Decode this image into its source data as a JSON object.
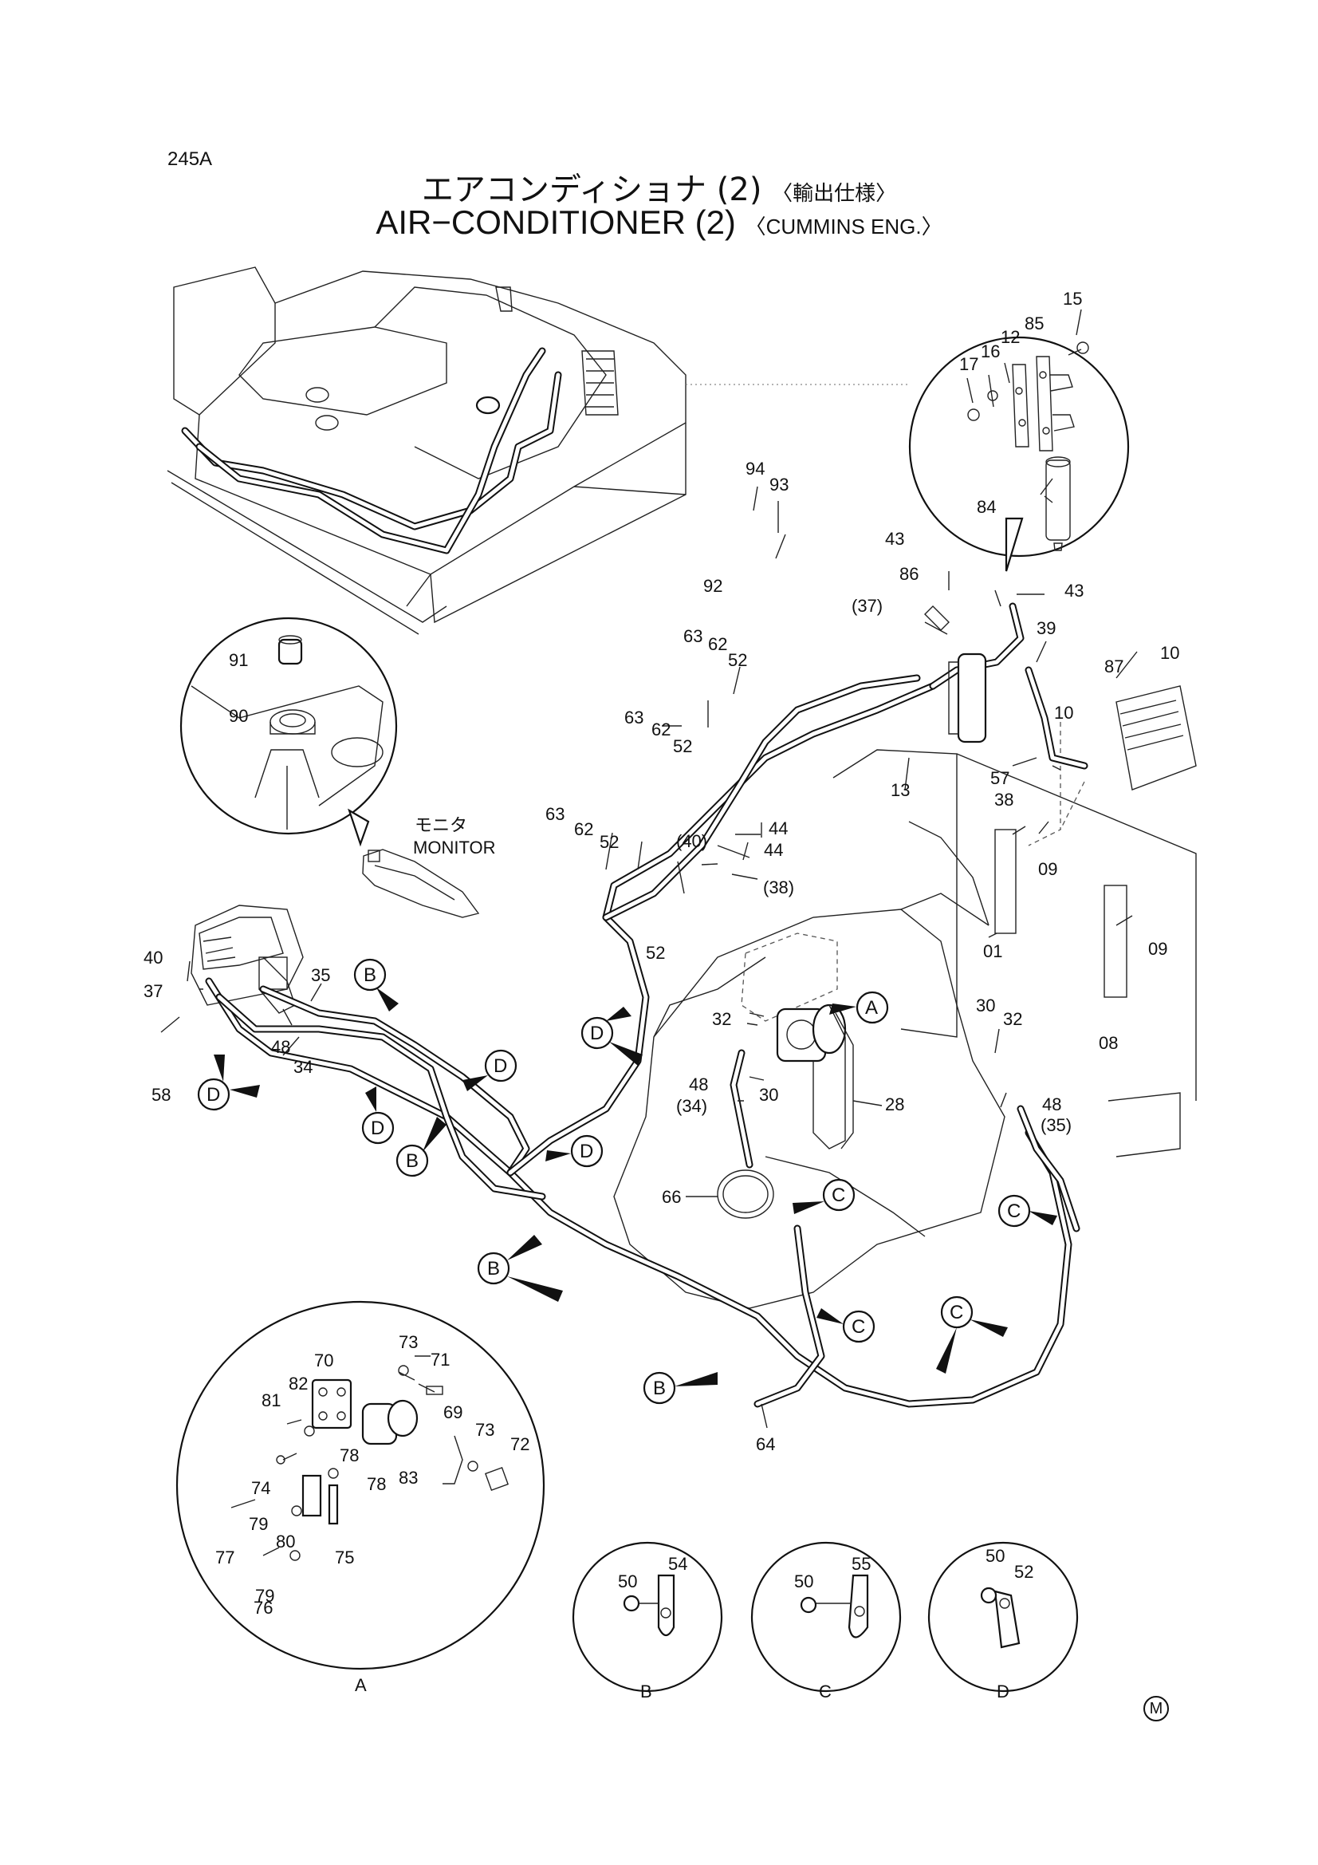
{
  "header": {
    "page_id": "245A",
    "title_jp": "エアコンディショナ (2)",
    "title_jp_sub": "〈輸出仕様〉",
    "title_en": "AIR−CONDITIONER (2)",
    "title_en_sub": "〈CUMMINS ENG.〉"
  },
  "monitor_label": {
    "jp": "モニタ",
    "en": "MONITOR"
  },
  "detail_labels": {
    "a": "A",
    "b": "B",
    "c": "C",
    "d": "D"
  },
  "callout_letters": {
    "a": "A",
    "b": "B",
    "c": "C",
    "d": "D"
  },
  "part_numbers": {
    "p01": "01",
    "p08": "08",
    "p09": "09",
    "p10": "10",
    "p12": "12",
    "p13": "13",
    "p15": "15",
    "p16": "16",
    "p17": "17",
    "p28": "28",
    "p30": "30",
    "p32": "32",
    "p34": "34",
    "p35": "35",
    "p37": "37",
    "p38": "38",
    "p39": "39",
    "p40": "40",
    "p43": "43",
    "p44": "44",
    "p48": "48",
    "p50": "50",
    "p52": "52",
    "p54": "54",
    "p55": "55",
    "p57": "57",
    "p58": "58",
    "p62": "62",
    "p63": "63",
    "p64": "64",
    "p66": "66",
    "p69": "69",
    "p70": "70",
    "p71": "71",
    "p72": "72",
    "p73": "73",
    "p74": "74",
    "p75": "75",
    "p76": "76",
    "p77": "77",
    "p78": "78",
    "p79": "79",
    "p80": "80",
    "p81": "81",
    "p82": "82",
    "p83": "83",
    "p84": "84",
    "p85": "85",
    "p86": "86",
    "p87": "87",
    "p90": "90",
    "p91": "91",
    "p92": "92",
    "p93": "93",
    "p94": "94",
    "p30_ref": "(30)",
    "p34_ref": "(34)",
    "p35_ref": "(35)",
    "p37_ref": "(37)",
    "p38_ref": "(38)",
    "p40_ref": "(40)"
  },
  "footer": {
    "mark": "M"
  }
}
